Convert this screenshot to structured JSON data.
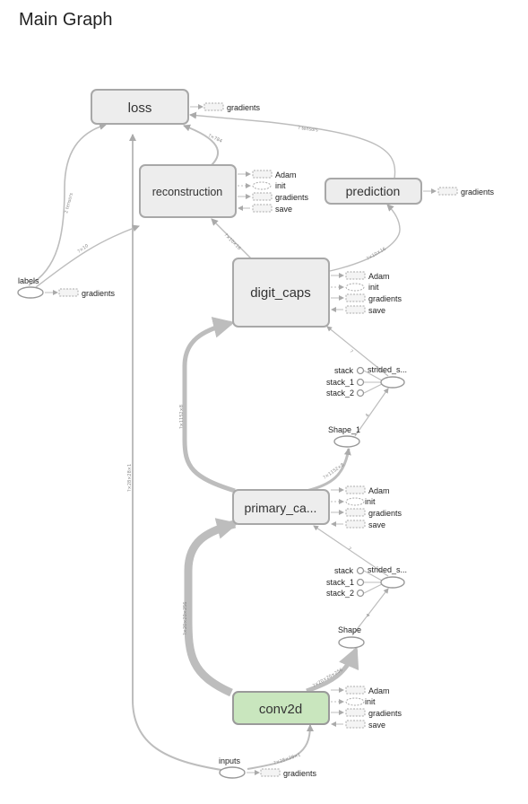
{
  "header": {
    "title": "Main Graph"
  },
  "nodes": {
    "loss": "loss",
    "reconstruction": "reconstruction",
    "prediction": "prediction",
    "digit_caps": "digit_caps",
    "primary_caps": "primary_ca...",
    "conv2d": "conv2d",
    "labels": "labels",
    "inputs": "inputs",
    "shape": "Shape",
    "shape_1": "Shape_1",
    "strided_slice": "strided_s...",
    "strided_slice_1": "strided_s..."
  },
  "aux": {
    "adam": "Adam",
    "init": "init",
    "gradients": "gradients",
    "save": "save",
    "stack": "stack",
    "stack_1": "stack_1",
    "stack_2": "stack_2"
  },
  "edge_labels": {
    "labels_loss": "2 tensors",
    "labels_reconstruction": "?×10",
    "reconstruction_loss": "?×784",
    "prediction_loss": "? tensors",
    "digitcaps_reconstruction": "?×10×16",
    "digitcaps_prediction": "?×10×16",
    "inputs_loss": "?×28×28×1",
    "primary_digitcaps": "?×1152×8",
    "stridedslice1_digitcaps": "?",
    "shape1_stridedslice1": "4",
    "primary_shape1": "?×1152×8",
    "stridedslice_primary": "?",
    "shape_stridedslice": "4",
    "conv_primary": "?×20×20×256",
    "conv_shape": "?×20×20×256",
    "inputs_conv": "?×28×28×1"
  },
  "colors": {
    "node_fill": "#ededed",
    "node_stroke": "#a8a8a8",
    "conv2d_fill": "#c9e6be",
    "edge": "#bdbdbd"
  }
}
